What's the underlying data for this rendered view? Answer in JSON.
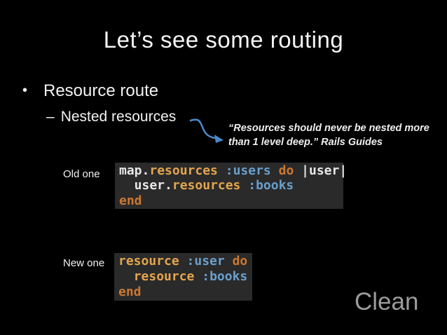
{
  "slide": {
    "title": "Let’s see some routing",
    "bullets": {
      "level1_marker": "•",
      "level1": "Resource route",
      "level2_marker": "–",
      "level2": "Nested resources"
    },
    "quote": {
      "lines": [
        "“Resources should never be nested more",
        "than 1 level deep.” Rails Guides"
      ]
    },
    "labels": {
      "old": "Old one",
      "new": "New one"
    },
    "footer": {
      "clean": "Clean"
    },
    "icons": {
      "arrow": "curved-arrow-icon"
    },
    "colors": {
      "background": "#000000",
      "title_text": "#f5f5f5",
      "body_text": "#f2f2f2",
      "code_background": "#2a2a2a",
      "code_plain": "#e8e8e8",
      "code_method": "#e5a54e",
      "code_symbol": "#6a9fcb",
      "code_keyword": "#cc7832",
      "arrow_blue": "#4a86c8",
      "clean_gray": "#9c9c9c"
    },
    "code_old": [
      [
        {
          "t": "map.",
          "c": "plain"
        },
        {
          "t": "resources",
          "c": "method"
        },
        {
          "t": " ",
          "c": "plain"
        },
        {
          "t": ":users",
          "c": "symbol"
        },
        {
          "t": " ",
          "c": "plain"
        },
        {
          "t": "do",
          "c": "keyword"
        },
        {
          "t": " ",
          "c": "plain"
        },
        {
          "t": "|user|",
          "c": "plain"
        }
      ],
      [
        {
          "t": "  user.",
          "c": "plain"
        },
        {
          "t": "resources",
          "c": "method"
        },
        {
          "t": " ",
          "c": "plain"
        },
        {
          "t": ":books",
          "c": "symbol"
        }
      ],
      [
        {
          "t": "end",
          "c": "keyword"
        }
      ]
    ],
    "code_new": [
      [
        {
          "t": "resource",
          "c": "method"
        },
        {
          "t": " ",
          "c": "plain"
        },
        {
          "t": ":user",
          "c": "symbol"
        },
        {
          "t": " ",
          "c": "plain"
        },
        {
          "t": "do",
          "c": "keyword"
        }
      ],
      [
        {
          "t": "  ",
          "c": "plain"
        },
        {
          "t": "resource",
          "c": "method"
        },
        {
          "t": " ",
          "c": "plain"
        },
        {
          "t": ":books",
          "c": "symbol"
        }
      ],
      [
        {
          "t": "end",
          "c": "keyword"
        }
      ]
    ]
  }
}
